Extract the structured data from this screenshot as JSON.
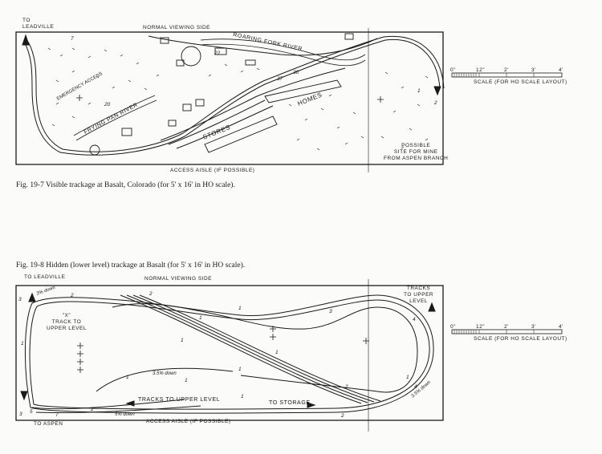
{
  "fig1": {
    "caption": "Fig. 19-7   Visible trackage at Basalt, Colorado (for 5' x 16' in HO scale).",
    "labels": {
      "to_leadville": "TO\nLEADVILLE",
      "normal_viewing_side": "NORMAL VIEWING SIDE",
      "roaring_fork_river": "ROARING FORK RIVER",
      "frying_pan_river": "FRYING PAN RIVER",
      "stores": "STORES",
      "homes": "HOMES",
      "possible_site": "POSSIBLE\nSITE FOR MINE\nFROM ASPEN BRANCH",
      "access_aisle": "ACCESS AISLE (IF POSSIBLE)",
      "emergency_access": "EMERGENCY ACCESS"
    },
    "numbers": [
      "1",
      "2",
      "7",
      "30",
      "37",
      "22",
      "20"
    ]
  },
  "fig2": {
    "caption": "Fig. 19-8   Hidden (lower level) trackage at Basalt (for 5' x 16' in HO scale).",
    "labels": {
      "to_leadville": "TO LEADVILLE",
      "normal_viewing_side": "NORMAL VIEWING SIDE",
      "tracks_to_upper_level_right": "TRACKS\nTO UPPER\nLEVEL",
      "x_track": "\"X\"\nTRACK TO\nUPPER LEVEL",
      "tracks_to_upper_level_bottom": "TRACKS TO UPPER LEVEL",
      "to_storage": "TO STORAGE",
      "to_aspen": "TO ASPEN",
      "access_aisle": "ACCESS AISLE  (IF POSSIBLE)",
      "grade_35_down": "3.5% down",
      "grade_5_down": "5% down",
      "grade_3_down": "3% down",
      "grade_3_5_down_right": "3.5% down"
    },
    "numbers": [
      "2",
      "3",
      "1",
      "2",
      "1",
      "1",
      "1",
      "1",
      "1",
      "1",
      "1",
      "1",
      "1",
      "2",
      "3",
      "4",
      "3",
      "5",
      "7",
      "2",
      "2",
      "4"
    ]
  },
  "scale": {
    "ticks": [
      "0\"",
      "12\"",
      "2'",
      "3'",
      "4'"
    ],
    "caption": "SCALE (FOR HO SCALE LAYOUT)"
  },
  "colors": {
    "ink": "#1a1a1a",
    "paper": "#fbfbf9"
  }
}
